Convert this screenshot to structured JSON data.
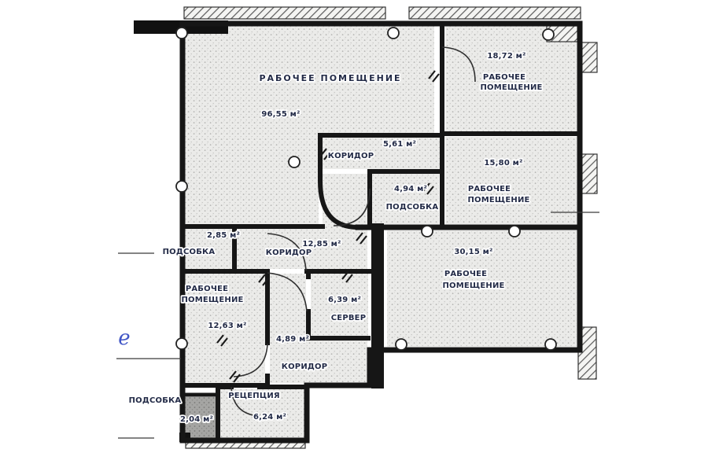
{
  "rooms": [
    {
      "id": "workroom-96",
      "label_lines": [
        "РАБОЧЕЕ ПОМЕЩЕНИЕ"
      ],
      "area": "96,55 м²"
    },
    {
      "id": "workroom-18",
      "label_lines": [
        "РАБОЧЕЕ",
        "ПОМЕЩЕНИЕ"
      ],
      "area": "18,72 м²"
    },
    {
      "id": "corridor-5-61",
      "label_lines": [
        "КОРИДОР"
      ],
      "area": "5,61 м²"
    },
    {
      "id": "workroom-15",
      "label_lines": [
        "РАБОЧЕЕ",
        "ПОМЕЩЕНИЕ"
      ],
      "area": "15,80 м²"
    },
    {
      "id": "utility-4-94",
      "label_lines": [
        "ПОДСОБКА"
      ],
      "area": "4,94 м²"
    },
    {
      "id": "utility-2-85",
      "label_lines": [
        "ПОДСОБКА"
      ],
      "area": "2,85 м²"
    },
    {
      "id": "corridor-12-85",
      "label_lines": [
        "КОРИДОР"
      ],
      "area": "12,85 м²"
    },
    {
      "id": "workroom-30",
      "label_lines": [
        "РАБОЧЕЕ",
        "ПОМЕЩЕНИЕ"
      ],
      "area": "30,15 м²"
    },
    {
      "id": "workroom-12",
      "label_lines": [
        "РАБОЧЕЕ",
        "ПОМЕЩЕНИЕ"
      ],
      "area": "12,63 м²"
    },
    {
      "id": "server",
      "label_lines": [
        "СЕРВЕР"
      ],
      "area": "6,39 м²"
    },
    {
      "id": "corridor-4-89",
      "label_lines": [
        "КОРИДОР"
      ],
      "area": "4,89 м²"
    },
    {
      "id": "utility-2-04",
      "label_lines": [
        "ПОДСОБКА"
      ],
      "area": "2,04 м²"
    },
    {
      "id": "reception",
      "label_lines": [
        "РЕЦЕПЦИЯ"
      ],
      "area": "6,24 м²"
    }
  ],
  "annotations": {
    "handwritten_letter": "е"
  },
  "colors": {
    "label_ink": "#232b47",
    "wall": "#161616",
    "floor_base": "#ebebe9",
    "floor_dot": "#b3b3b1",
    "handwriting_blue": "#4156c6"
  }
}
